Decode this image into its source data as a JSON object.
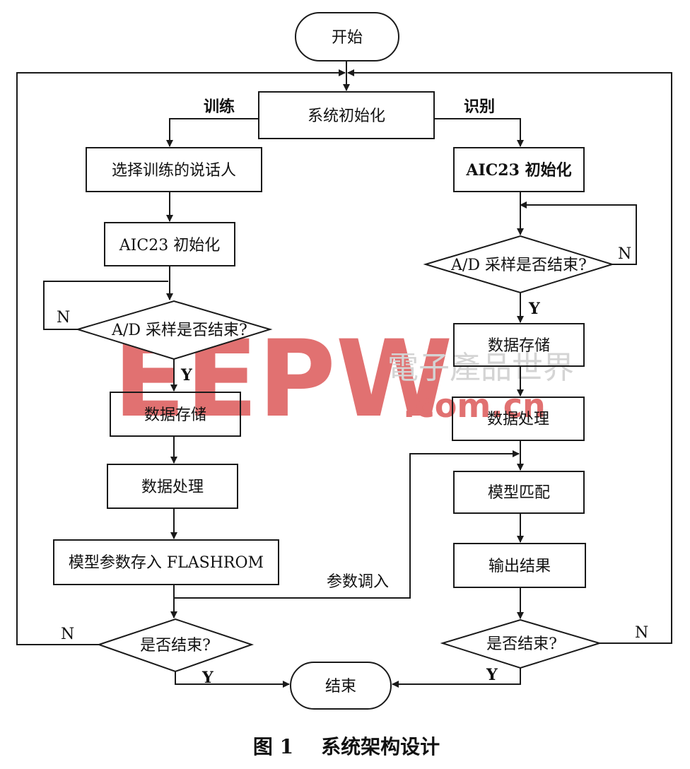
{
  "watermark": {
    "logo": "EEPW",
    "cn": "電子產品世界",
    "url": ".com.cn",
    "color": "#d94a4a"
  },
  "nodes": {
    "start": "开始",
    "init": "系统初始化",
    "train_label": "训练",
    "recog_label": "识别",
    "select_speaker": "选择训练的说话人",
    "aic_left": "AIC23 初始化",
    "ad_left": "A/D 采样是否结束?",
    "store_left": "数据存储",
    "process_left": "数据处理",
    "save_model": "模型参数存入 FLASHROM",
    "end_left": "是否结束?",
    "aic_right": "AIC23 初始化",
    "ad_right": "A/D 采样是否结束?",
    "store_right": "数据存储",
    "process_right": "数据处理",
    "match": "模型匹配",
    "output": "输出结果",
    "end_right": "是否结束?",
    "param_in": "参数调入",
    "end": "结束"
  },
  "branch_labels": {
    "n": "N",
    "y": "Y"
  },
  "caption": "图 1    系统架构设计"
}
